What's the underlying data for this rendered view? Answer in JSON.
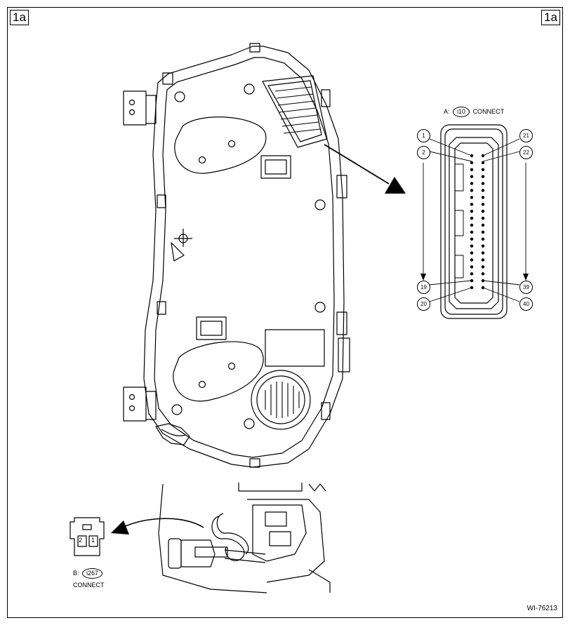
{
  "figure_tag": "1a",
  "connector_a": {
    "prefix": "A:",
    "code": "i10",
    "note": "CONNECT",
    "pins": {
      "p1": "1",
      "p2": "2",
      "p19": "19",
      "p20": "20",
      "p21": "21",
      "p22": "22",
      "p39": "39",
      "p40": "40"
    }
  },
  "connector_b": {
    "prefix": "B:",
    "code": "i267",
    "note": "CONNECT",
    "pins": {
      "p1": "1",
      "p2": "2"
    }
  },
  "figure_code": "WI-76213"
}
